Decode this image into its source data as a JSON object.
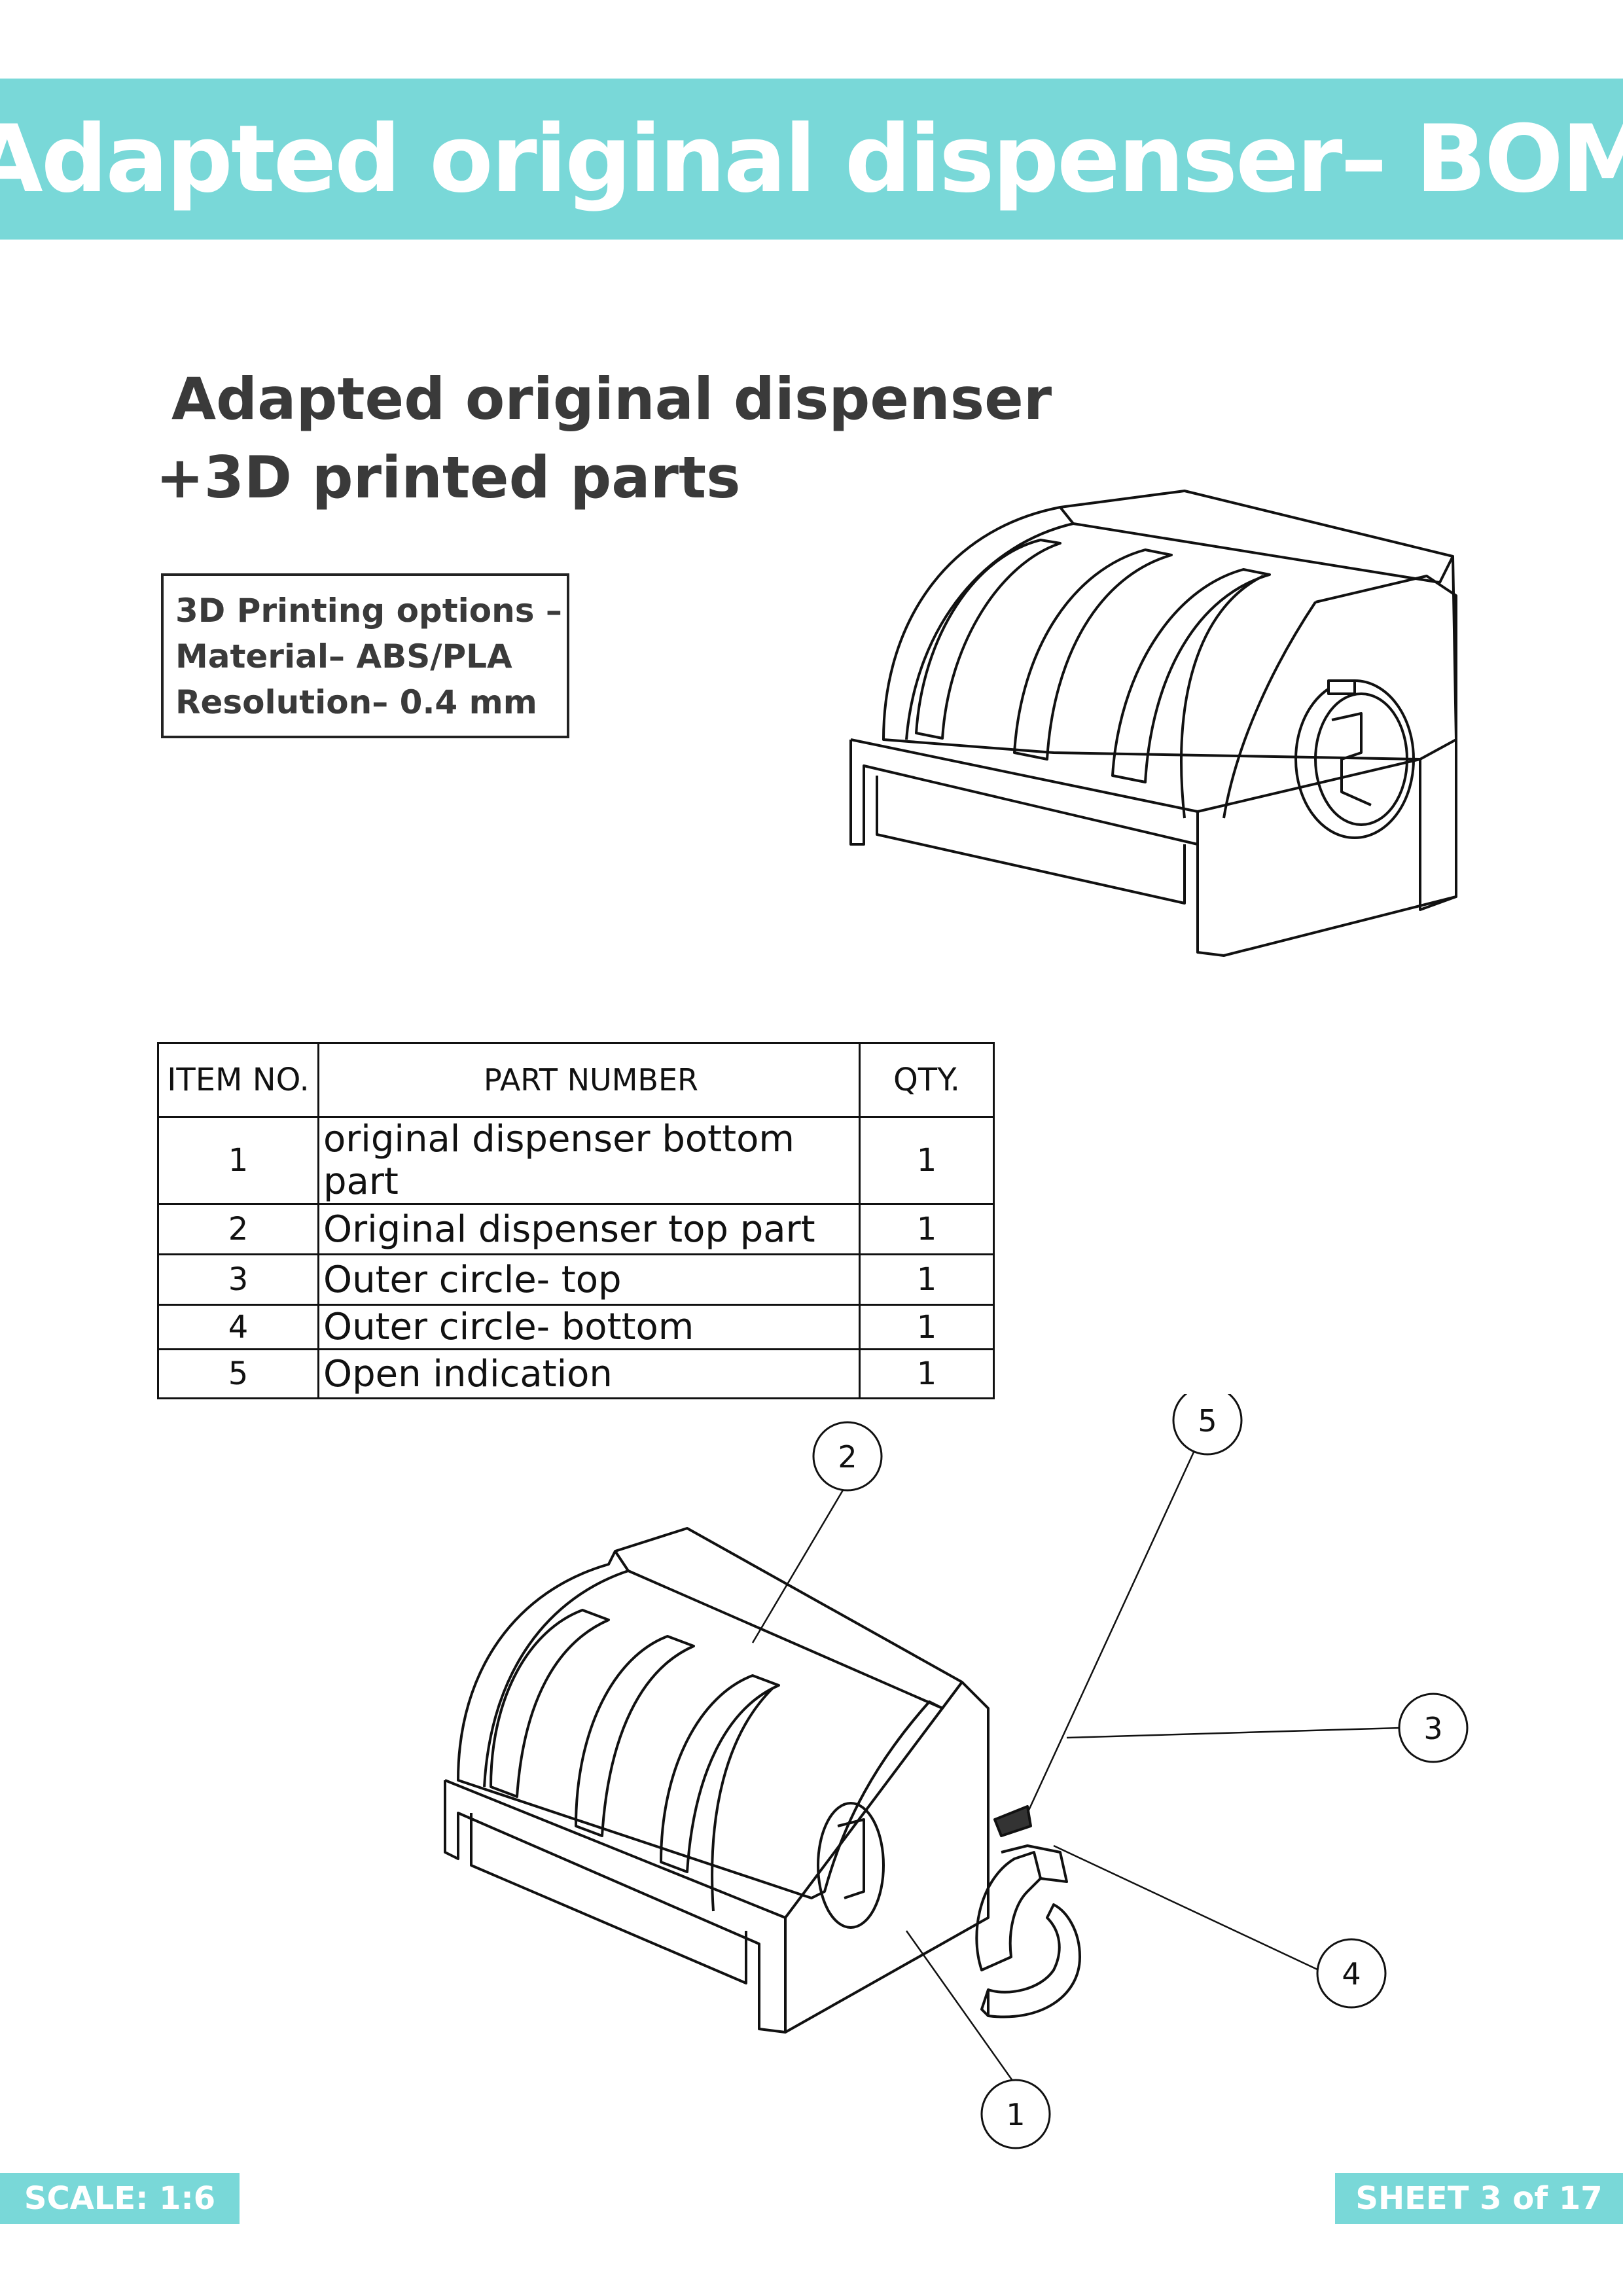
{
  "header": {
    "title": "Adapted original dispenser– BOM"
  },
  "subtitle": {
    "line1": "Adapted original dispenser",
    "line2": "+3D printed parts"
  },
  "printing_options": {
    "line1": "3D Printing options –",
    "line2": "Material– ABS/PLA",
    "line3": "Resolution– 0.4 mm"
  },
  "bom_table": {
    "headers": [
      "ITEM NO.",
      "PART NUMBER",
      "QTY."
    ],
    "rows": [
      {
        "item": "1",
        "part": "original dispenser bottom part",
        "qty": "1"
      },
      {
        "item": "2",
        "part": "Original dispenser top part",
        "qty": "1"
      },
      {
        "item": "3",
        "part": "Outer circle- top",
        "qty": "1"
      },
      {
        "item": "4",
        "part": "Outer circle- bottom",
        "qty": "1"
      },
      {
        "item": "5",
        "part": "Open indication",
        "qty": "1"
      }
    ]
  },
  "balloons": [
    "1",
    "2",
    "3",
    "4",
    "5"
  ],
  "footer": {
    "scale": "SCALE:  1:6",
    "sheet": "SHEET 3 of  17"
  },
  "colors": {
    "accent": "#79d8d8",
    "text": "#3a3a3a",
    "line": "#111111"
  }
}
